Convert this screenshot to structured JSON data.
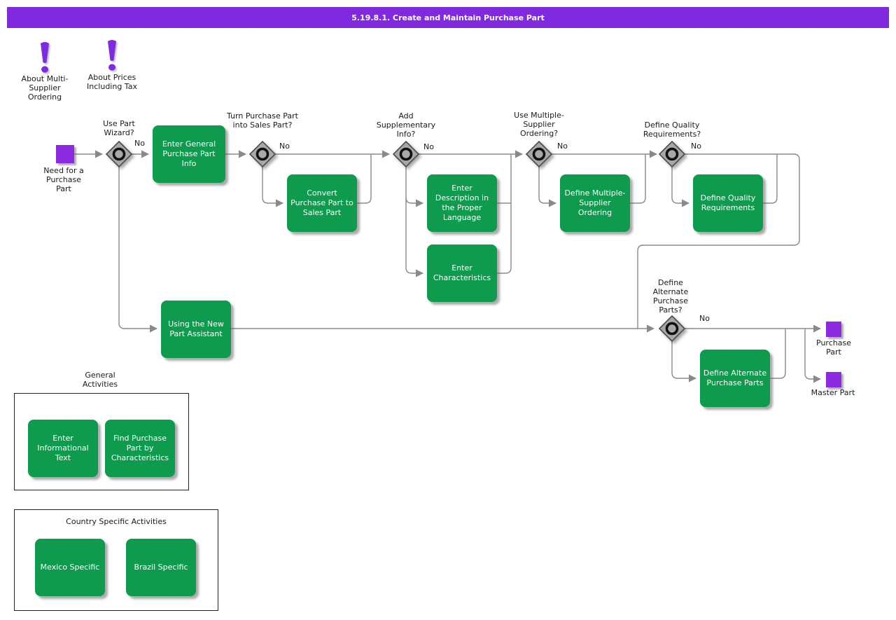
{
  "banner": {
    "title": "5.19.8.1. Create and Maintain Purchase Part"
  },
  "info_links": {
    "multi_supplier": "About Multi-Supplier Ordering",
    "prices_tax": "About Prices Including Tax"
  },
  "flow": {
    "start_label": "Need for a Purchase Part",
    "decisions": {
      "use_part_wizard": {
        "question": "Use Part Wizard?",
        "no_label": "No"
      },
      "turn_into_sales_part": {
        "question": "Turn Purchase Part into Sales Part?",
        "no_label": "No"
      },
      "add_supplementary_info": {
        "question": "Add Supplementary Info?",
        "no_label": "No"
      },
      "use_multiple_supplier": {
        "question": "Use Multiple-Supplier Ordering?",
        "no_label": "No"
      },
      "define_quality": {
        "question": "Define Quality Requirements?",
        "no_label": "No"
      },
      "define_alternate": {
        "question": "Define Alternate Purchase Parts?",
        "no_label": "No"
      }
    },
    "activities": {
      "enter_general": "Enter General Purchase Part Info",
      "convert_to_sales": "Convert Purchase Part to Sales Part",
      "enter_description": "Enter Description in the Proper Language",
      "enter_characteristics": "Enter Characteristics",
      "define_multiple_supplier": "Define Multiple-Supplier Ordering",
      "define_quality": "Define Quality Requirements",
      "using_new_part_assistant": "Using the New Part Assistant",
      "define_alternate": "Define Alternate Purchase Parts"
    },
    "ends": {
      "purchase_part": "Purchase Part",
      "master_part": "Master Part"
    }
  },
  "groups": {
    "general": {
      "title": "General Activities",
      "items": [
        "Enter Informational Text",
        "Find Purchase Part by Characteristics"
      ]
    },
    "country": {
      "title": "Country Specific Activities",
      "items": [
        "Mexico Specific",
        "Brazil Specific"
      ]
    }
  },
  "colors": {
    "banner_purple": "#7f2adf",
    "activity_green": "#0e9b4e",
    "node_purple": "#8a2be2",
    "connector_gray": "#8a8a8a"
  }
}
